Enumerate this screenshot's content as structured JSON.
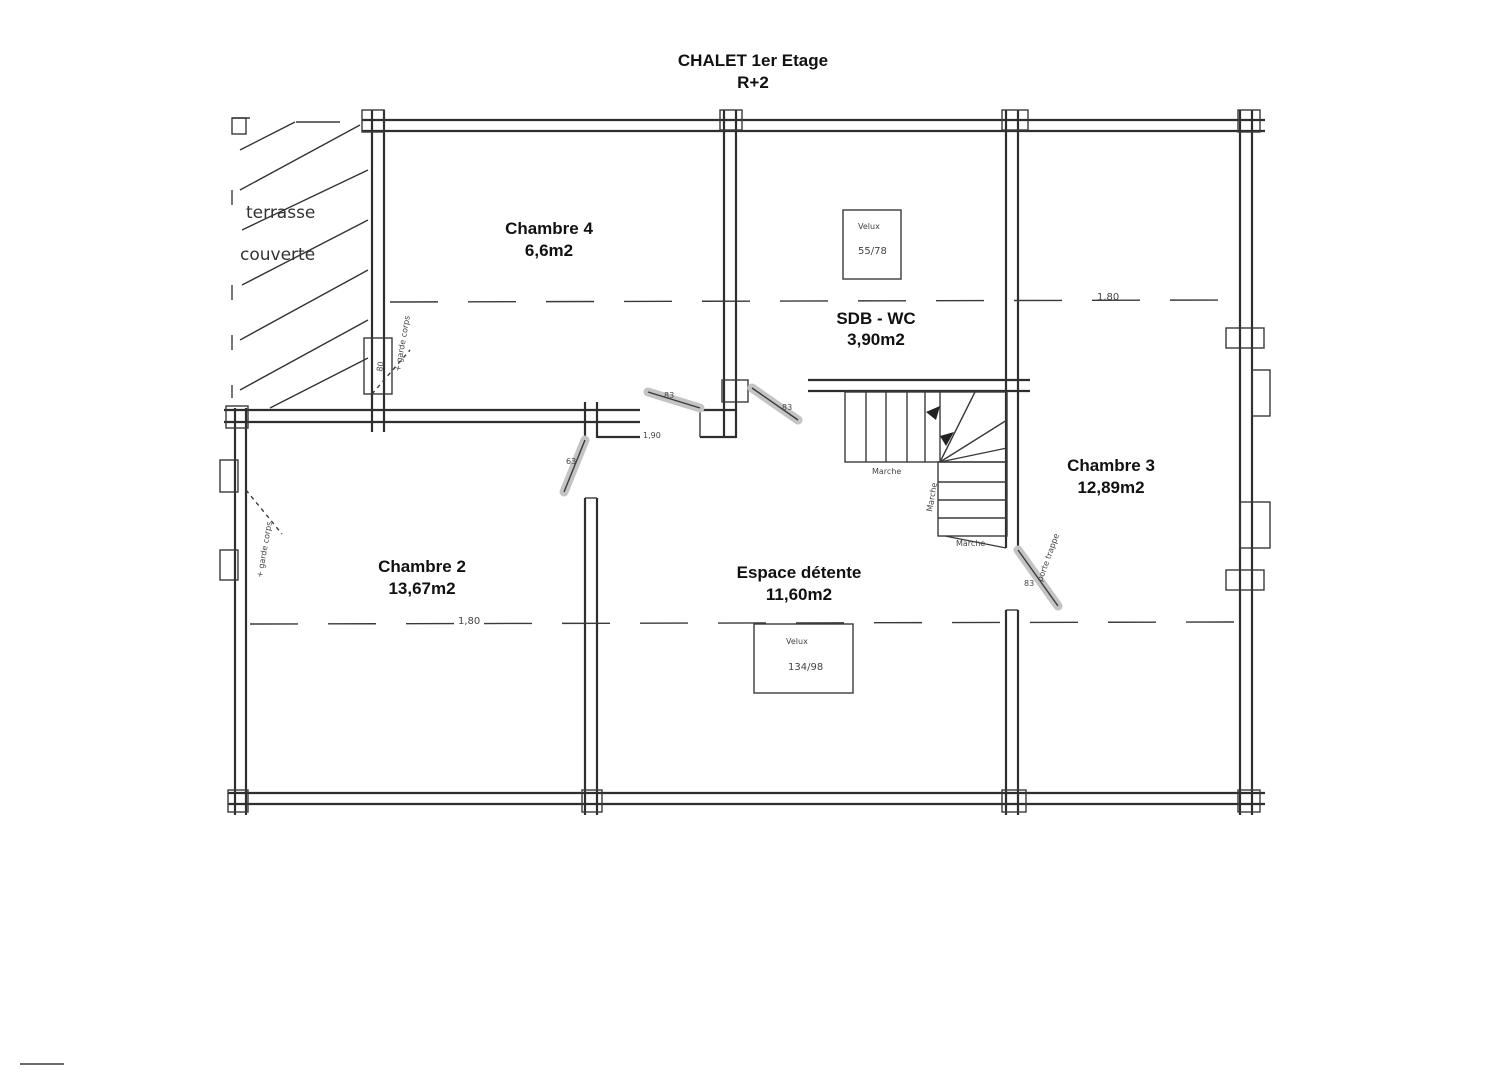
{
  "title": {
    "line1": "CHALET 1er Etage",
    "line2": "R+2"
  },
  "rooms": {
    "chambre4": {
      "name": "Chambre 4",
      "area": "6,6m2"
    },
    "sdb": {
      "name": "SDB - WC",
      "area": "3,90m2"
    },
    "chambre3": {
      "name": "Chambre 3",
      "area": "12,89m2"
    },
    "chambre2": {
      "name": "Chambre 2",
      "area": "13,67m2"
    },
    "espace": {
      "name": "Espace détente",
      "area": "11,60m2"
    }
  },
  "terrace": {
    "line1": "terrasse",
    "line2": "couverte"
  },
  "annotations": {
    "height_right": "1,80",
    "height_left": "1,80",
    "height_mid": "1,90",
    "velux_label": "Velux",
    "velux_sdb_size": "55/78",
    "velux_espace_size": "134/98",
    "garde_corps_left": "+ garde corps",
    "garde_corps_terrace": "+ garde corps",
    "door_83a": "83",
    "door_83b": "83",
    "door_83c": "83",
    "door_63": "63",
    "door_80": "80",
    "porte_trappe": "porte trappe",
    "trappe_num": "83",
    "marche_1": "Marche",
    "marche_2": "Marche",
    "marche_3": "Marche"
  }
}
